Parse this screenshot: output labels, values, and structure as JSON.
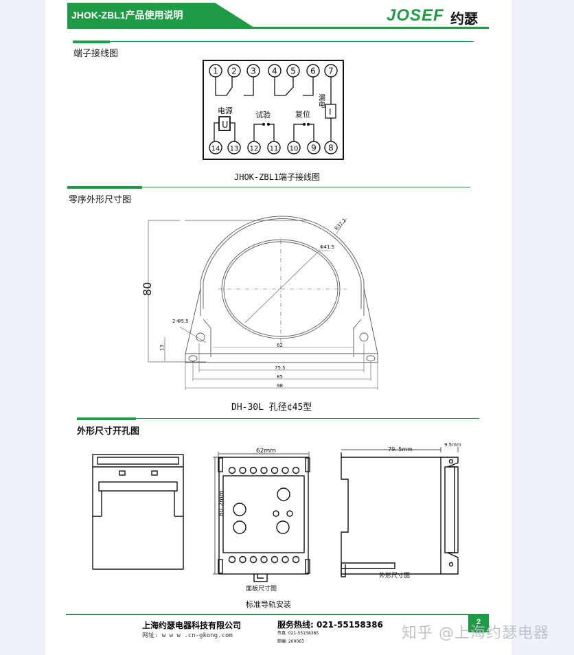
{
  "header": {
    "title": "JHOK-ZBL1产品使用说明",
    "logo": "JOSEF",
    "logo_cn": "约瑟",
    "accent": "#1f9a45"
  },
  "sections": [
    {
      "title": "端子接线图",
      "caption": "JHOK-ZBL1端子接线图",
      "terminals": [
        "1",
        "2",
        "3",
        "4",
        "5",
        "6",
        "7",
        "14",
        "13",
        "12",
        "11",
        "10",
        "9",
        "8"
      ],
      "labels": {
        "power": "电源",
        "power_symbol": "U",
        "test": "试验",
        "reset": "复位",
        "leak": "漏电",
        "leak_symbol": "I"
      }
    },
    {
      "title": "零序外形尺寸图",
      "caption": "DH-30L 孔径¢45型",
      "dims": {
        "height": "80",
        "radius": "R37.2",
        "diameter": "Φ41.5",
        "holes": "2-Φ5.5",
        "hole_h": "13",
        "inner": "62",
        "w1": "75.5",
        "w2": "85",
        "w3": "98"
      }
    },
    {
      "title": "外形尺寸开孔图",
      "caption": "标准导轨安装",
      "panel": {
        "width": "62mm",
        "height": "80.2mm",
        "label": "面板尺寸图"
      },
      "side": {
        "depth": "79. 5mm",
        "extra": "9.5mm",
        "label": "外形尺寸图"
      }
    }
  ],
  "footer": {
    "company": "上海约瑟电器科技有限公司",
    "website": "网址: w w w .cn-gkong.com",
    "hotline": "服务热线: 021-55158386",
    "fax": "传真: 021-55158385",
    "postcode": "邮编: 200063",
    "page": "2"
  },
  "watermark": "知乎 @上海约瑟电器"
}
